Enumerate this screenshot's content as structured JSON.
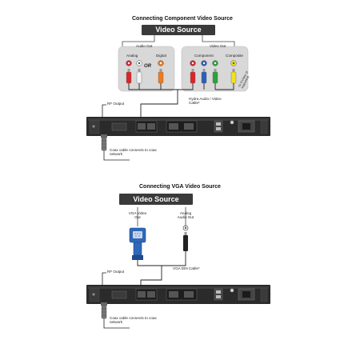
{
  "diagram1": {
    "heading": "Connecting Component Video Source",
    "source_label": "Video Source",
    "audio_out_label": "Audio Out",
    "analog_label": "Analog",
    "digital_label": "Digital",
    "or_label": "OR",
    "video_out_label": "Video Out",
    "component_label": "Component",
    "composite_label": "Composite",
    "composite_note": "Or S-Video (if supported)",
    "rf_output_label": "RF Output",
    "cable_label": "Hydra Audio / Video Cable*",
    "coax_label": "Coax cable connects to coax network"
  },
  "diagram2": {
    "heading": "Connecting VGA Video Source",
    "source_label": "Video Source",
    "vga_label": "VGA Video Out",
    "analog_audio_label": "Analog Audio Out",
    "rf_output_label": "RF Output",
    "cable_label": "VGA DIN Cable*",
    "coax_label": "Coax cable connects to coax network"
  },
  "colors": {
    "source_box": "#3a3a3a",
    "panel": "#d8d8d8",
    "rack": "#2b2b2b",
    "red": "#d9262b",
    "white": "#f2f2f2",
    "orange": "#f07a1c",
    "green": "#2aa33a",
    "blue": "#2a5fb8",
    "yellow": "#f2e21a",
    "vga_blue": "#2f68b8"
  }
}
